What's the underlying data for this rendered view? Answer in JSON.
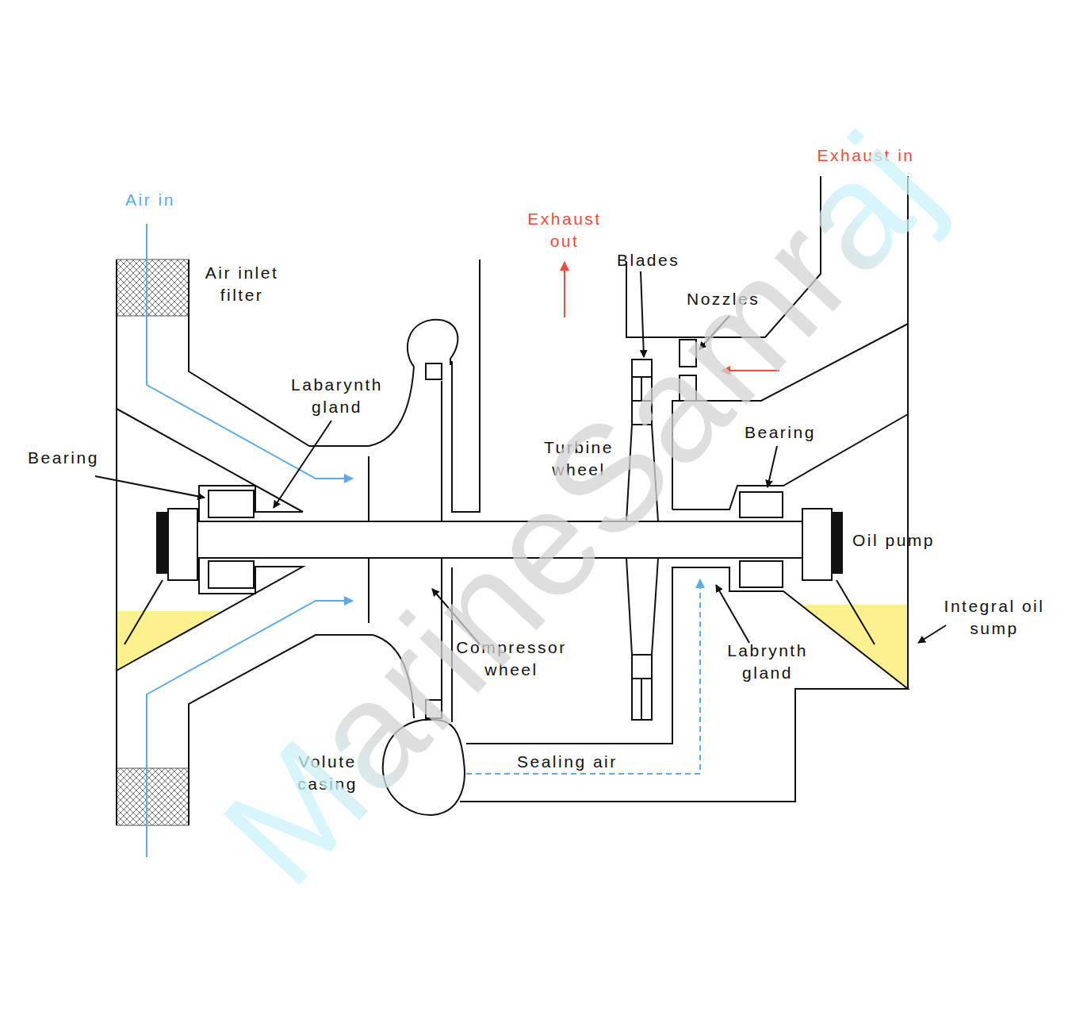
{
  "diagram": {
    "labels": [
      "Exhaust in",
      "Air in",
      "Exhaust out",
      "Blades",
      "Air inlet filter",
      "Nozzles",
      "Labarynth gland",
      "Bearing",
      "Turbine wheel",
      "Bearing",
      "Oil pump",
      "Integral oil sump",
      "Compressor wheel",
      "Labrynth gland",
      "Volute casing",
      "Sealing air",
      "MarineSamraj"
    ]
  }
}
